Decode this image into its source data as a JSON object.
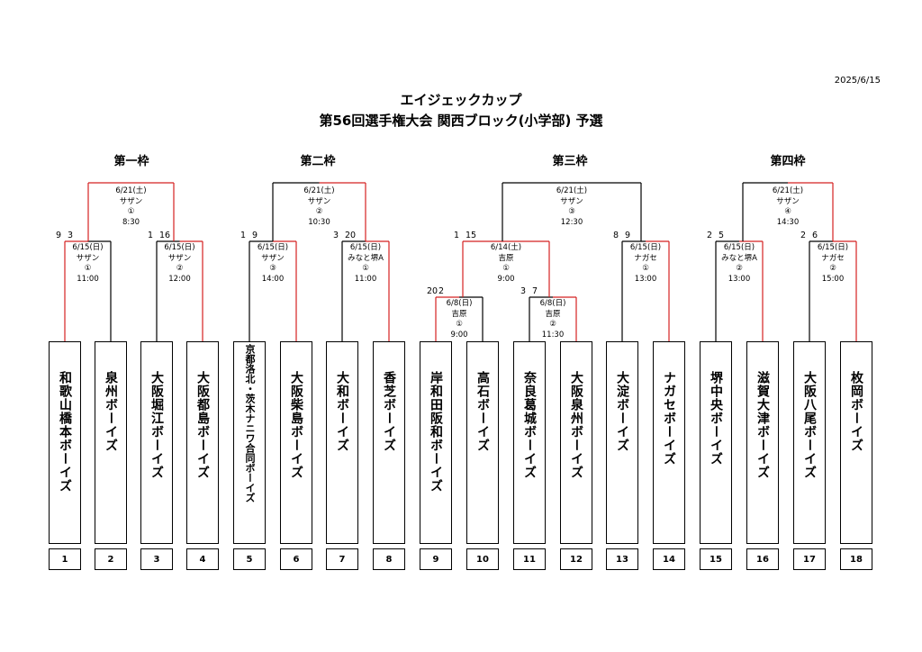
{
  "header": {
    "date": "2025/6/15",
    "title_line1": "エイジェックカップ",
    "title_line2": "第56回選手権大会 関西ブロック(小学部) 予選"
  },
  "brackets": [
    "第一枠",
    "第二枠",
    "第三枠",
    "第四枠"
  ],
  "teams": [
    {
      "num": "1",
      "name": "和歌山橋本ボーイズ"
    },
    {
      "num": "2",
      "name": "泉州ボーイズ"
    },
    {
      "num": "3",
      "name": "大阪堀江ボーイズ"
    },
    {
      "num": "4",
      "name": "大阪都島ボーイズ"
    },
    {
      "num": "5",
      "name": "京都洛北・茨木ナニワ合同ボーイズ"
    },
    {
      "num": "6",
      "name": "大阪柴島ボーイズ"
    },
    {
      "num": "7",
      "name": "大和ボーイズ"
    },
    {
      "num": "8",
      "name": "香芝ボーイズ"
    },
    {
      "num": "9",
      "name": "岸和田阪和ボーイズ"
    },
    {
      "num": "10",
      "name": "高石ボーイズ"
    },
    {
      "num": "11",
      "name": "奈良葛城ボーイズ"
    },
    {
      "num": "12",
      "name": "大阪泉州ボーイズ"
    },
    {
      "num": "13",
      "name": "大淀ボーイズ"
    },
    {
      "num": "14",
      "name": "ナガセボーイズ"
    },
    {
      "num": "15",
      "name": "堺中央ボーイズ"
    },
    {
      "num": "16",
      "name": "滋賀大津ボーイズ"
    },
    {
      "num": "17",
      "name": "大阪八尾ボーイズ"
    },
    {
      "num": "18",
      "name": "枚岡ボーイズ"
    }
  ],
  "matches": [
    {
      "date": "6/8(日)",
      "venue": "吉原",
      "game": "①",
      "time": "9:00",
      "score_left": "20",
      "score_right": "2"
    },
    {
      "date": "6/8(日)",
      "venue": "吉原",
      "game": "②",
      "time": "11:30",
      "score_left": "3",
      "score_right": "7"
    },
    {
      "date": "6/15(日)",
      "venue": "サザン",
      "game": "①",
      "time": "11:00",
      "score_left": "9",
      "score_right": "3"
    },
    {
      "date": "6/15(日)",
      "venue": "サザン",
      "game": "②",
      "time": "12:00",
      "score_left": "1",
      "score_right": "16"
    },
    {
      "date": "6/15(日)",
      "venue": "サザン",
      "game": "③",
      "time": "14:00",
      "score_left": "1",
      "score_right": "9"
    },
    {
      "date": "6/15(日)",
      "venue": "みなと堺A",
      "game": "①",
      "time": "11:00",
      "score_left": "3",
      "score_right": "20"
    },
    {
      "date": "6/14(土)",
      "venue": "吉原",
      "game": "①",
      "time": "9:00",
      "score_left": "1",
      "score_right": "15"
    },
    {
      "date": "6/15(日)",
      "venue": "ナガセ",
      "game": "①",
      "time": "13:00",
      "score_left": "8",
      "score_right": "9"
    },
    {
      "date": "6/15(日)",
      "venue": "みなと堺A",
      "game": "②",
      "time": "13:00",
      "score_left": "2",
      "score_right": "5"
    },
    {
      "date": "6/15(日)",
      "venue": "ナガセ",
      "game": "②",
      "time": "15:00",
      "score_left": "2",
      "score_right": "6"
    },
    {
      "date": "6/21(土)",
      "venue": "サザン",
      "game": "①",
      "time": "8:30"
    },
    {
      "date": "6/21(土)",
      "venue": "サザン",
      "game": "②",
      "time": "10:30"
    },
    {
      "date": "6/21(土)",
      "venue": "サザン",
      "game": "③",
      "time": "12:30"
    },
    {
      "date": "6/21(土)",
      "venue": "サザン",
      "game": "④",
      "time": "14:30"
    }
  ],
  "colors": {
    "winner_line": "#d42020",
    "loser_line": "#000000"
  }
}
